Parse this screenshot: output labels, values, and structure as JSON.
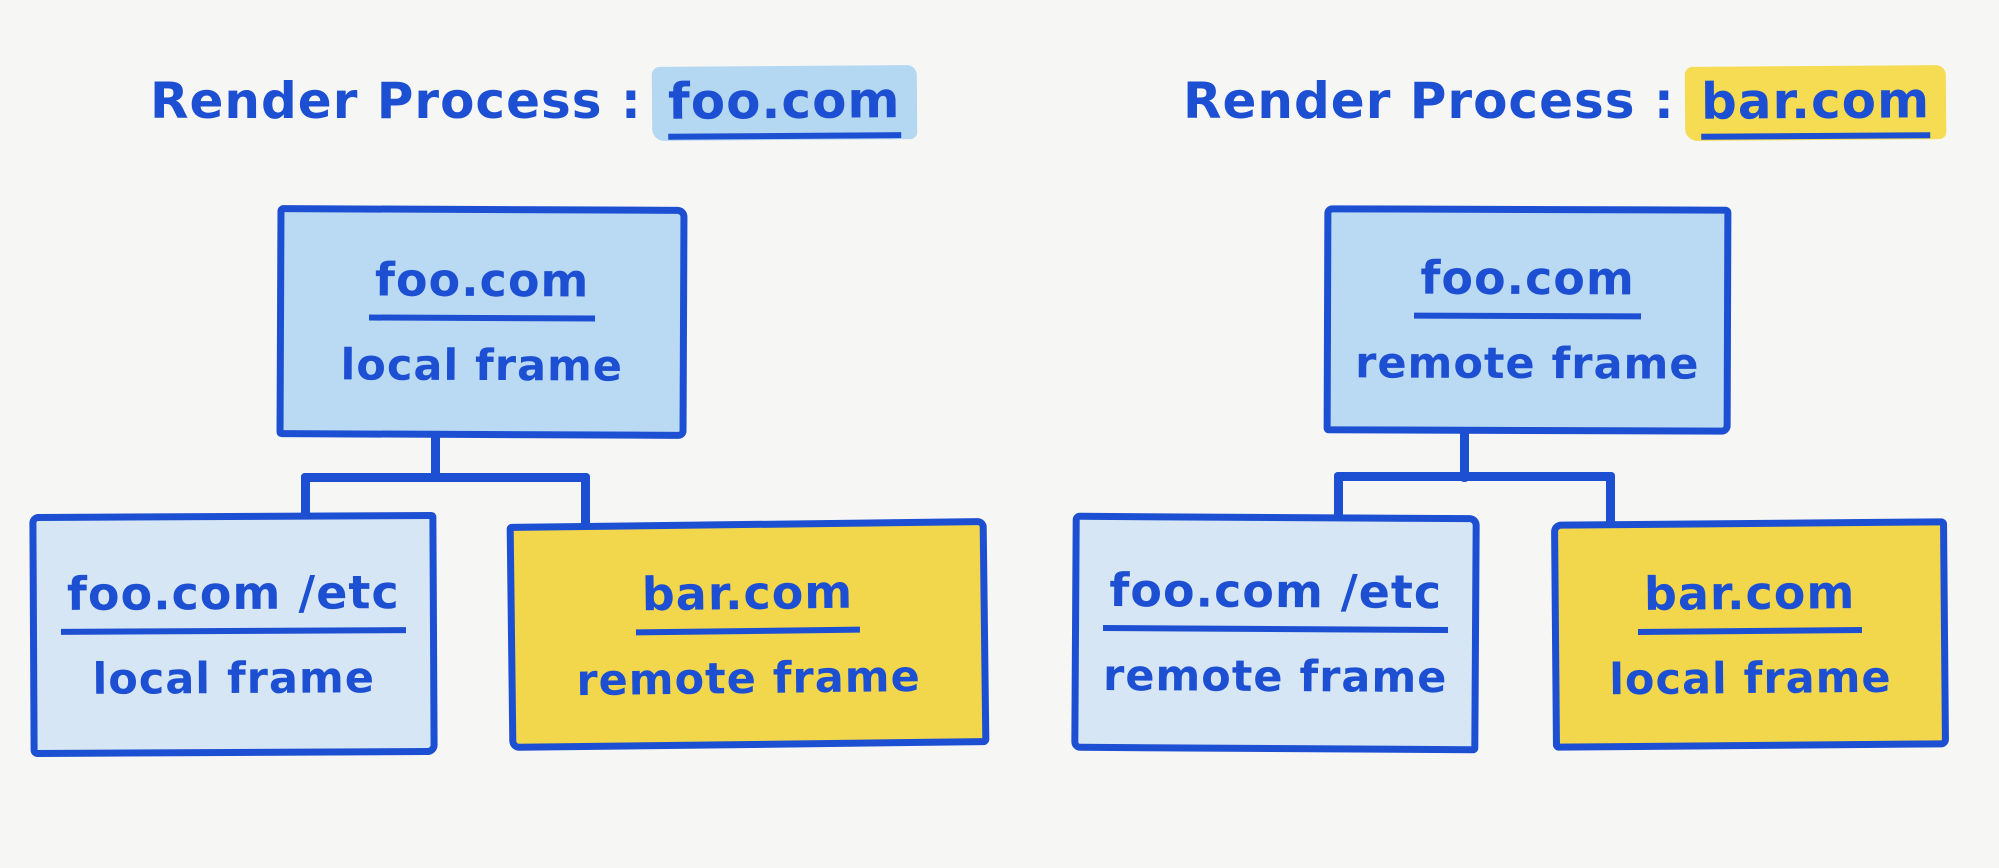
{
  "diagram": {
    "colors": {
      "background": "#f6f6f4",
      "ink_blue": "#1d4fd2",
      "fill_blue": "#bad9f3",
      "fill_blue_light": "#d6e6f4",
      "fill_yellow": "#f2d74d",
      "highlight_blue": "#b4d7f2",
      "highlight_yellow": "#f5dc52"
    },
    "processes": [
      {
        "title_prefix": "Render Process :",
        "title_domain": "foo.com",
        "root": {
          "domain": "foo.com",
          "frame_type": "local frame"
        },
        "children": [
          {
            "domain": "foo.com /etc",
            "frame_type": "local frame"
          },
          {
            "domain": "bar.com",
            "frame_type": "remote frame"
          }
        ]
      },
      {
        "title_prefix": "Render Process :",
        "title_domain": "bar.com",
        "root": {
          "domain": "foo.com",
          "frame_type": "remote frame"
        },
        "children": [
          {
            "domain": "foo.com /etc",
            "frame_type": "remote frame"
          },
          {
            "domain": "bar.com",
            "frame_type": "local frame"
          }
        ]
      }
    ]
  }
}
